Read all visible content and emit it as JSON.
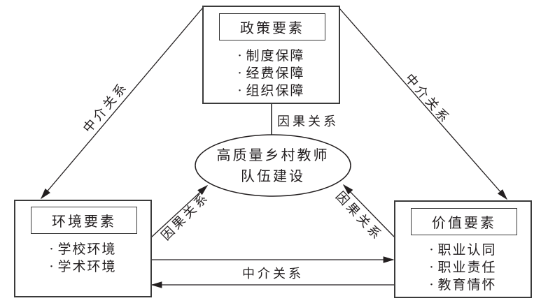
{
  "diagram": {
    "center": {
      "line1": "高质量乡村教师",
      "line2": "队伍建设"
    },
    "nodes": {
      "policy": {
        "title": "政策要素",
        "items": [
          "制度保障",
          "经费保障",
          "组织保障"
        ]
      },
      "environment": {
        "title": "环境要素",
        "items": [
          "学校环境",
          "学术环境"
        ]
      },
      "value": {
        "title": "价值要素",
        "items": [
          "职业认同",
          "职业责任",
          "教育情怀"
        ]
      }
    },
    "edges": {
      "policy_to_environment": "中介关系",
      "policy_to_value": "中介关系",
      "policy_to_center": "因果关系",
      "environment_to_center": "因果关系",
      "value_to_center": "因果关系",
      "environment_value": "中介关系"
    },
    "colors": {
      "stroke": "#231f20",
      "box_border": "#3a3a3a",
      "background": "#ffffff"
    }
  }
}
